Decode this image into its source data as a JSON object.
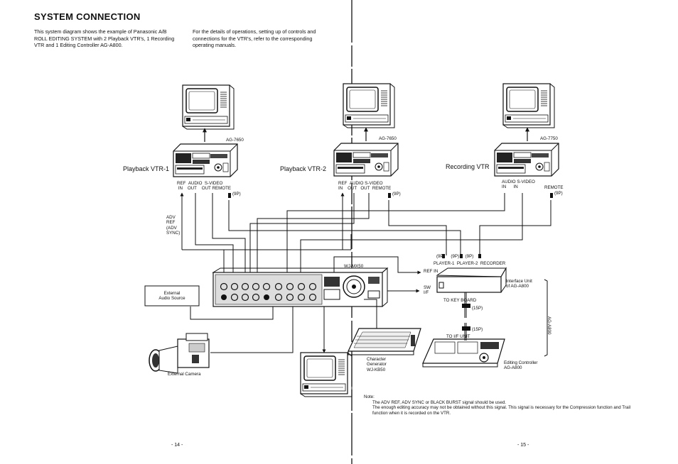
{
  "header": {
    "title": "SYSTEM CONNECTION",
    "intro_left": [
      "This system diagram shows the example of Panasonic A/B",
      "ROLL EDITING SYSTEM with 2 Playback VTR's, 1 Recording",
      "VTR and 1 Editing Controller AG-A800."
    ],
    "intro_right": [
      "For the details of operations, setting up of controls and",
      "connections for the VTR's, refer to the corresponding",
      "operating manuals."
    ]
  },
  "devices": {
    "vtr1": {
      "model": "AG-7650",
      "name": "Playback VTR-1",
      "ports": [
        "REF",
        "IN",
        "AUDIO",
        "OUT",
        "S-VIDEO",
        "OUT",
        "REMOTE",
        "(9P)"
      ]
    },
    "vtr2": {
      "model": "AG-7650",
      "name": "Playback VTR-2",
      "ports": [
        "REF",
        "IN",
        "AUDIO",
        "OUT",
        "S-VIDEO",
        "OUT",
        "REMOTE",
        "(9P)"
      ]
    },
    "recorder": {
      "model": "AG-7750",
      "name": "Recording VTR",
      "ports": [
        "AUDIO",
        "IN",
        "S-VIDEO",
        "IN",
        "REMOTE",
        "(9P)"
      ]
    },
    "mixer": {
      "model": "WJ-MX50"
    },
    "adv_ref": [
      "ADV",
      "REF",
      "(ADV",
      "SYNC)"
    ],
    "ext_audio": [
      "External",
      "Audio Source"
    ],
    "ext_camera": "External Camera",
    "char_gen": [
      "Character",
      "Generator",
      "WJ-KB50"
    ],
    "interface": [
      "Interface Unit",
      "of AG-A800"
    ],
    "controller": [
      "Editing Controller",
      "AG-A800"
    ],
    "side_label": "AG-A800",
    "ref_in": "REF IN",
    "sw": [
      "SW",
      "I/F"
    ],
    "to_keyboard": "TO KEY BOARD",
    "to_if": "TO I/F UNIT",
    "p15": "(15P)",
    "ports9": [
      "(9P)",
      "(9P)",
      "(9P)"
    ],
    "player_labels": [
      "PLAYER-1",
      "PLAYER-2",
      "RECORDER"
    ]
  },
  "note": {
    "label": "Note:",
    "lines": [
      "The ADV REF, ADV SYNC or BLACK BURST signal should be used.",
      "The enough editing accuracy may not be obtained without this signal. This signal is necessary for the Compression function and Trail",
      "function when it is recorded on the VTR."
    ]
  },
  "pages": {
    "left": "- 14 -",
    "right": "- 15 -"
  }
}
